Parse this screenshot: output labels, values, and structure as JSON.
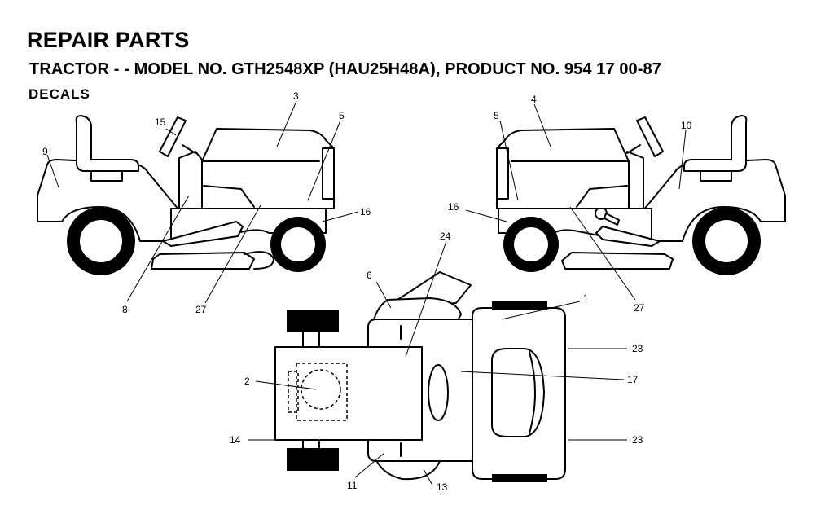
{
  "header": {
    "title": "REPAIR PARTS",
    "subtitle": "TRACTOR - - MODEL NO. GTH2548XP (HAU25H48A), PRODUCT NO. 954 17 00-87",
    "section": "DECALS"
  },
  "callouts": {
    "c3": "3",
    "c15": "15",
    "c5_left": "5",
    "c9": "9",
    "c16_left": "16",
    "c8": "8",
    "c27_left": "27",
    "c4": "4",
    "c5_right": "5",
    "c10": "10",
    "c16_right": "16",
    "c27_right": "27",
    "c24": "24",
    "c6": "6",
    "c1": "1",
    "c2": "2",
    "c23_top": "23",
    "c17": "17",
    "c14": "14",
    "c23_bottom": "23",
    "c11": "11",
    "c13": "13"
  }
}
